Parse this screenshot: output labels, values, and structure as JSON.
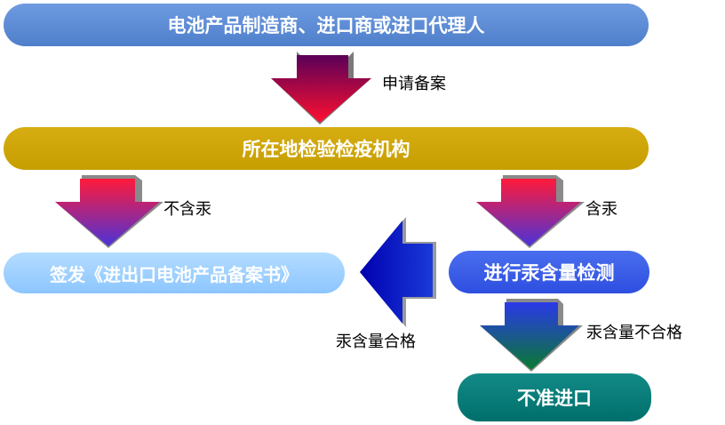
{
  "nodes": {
    "manufacturer": "电池产品制造商、进口商或进口代理人",
    "inspection_agency": "所在地检验检疫机构",
    "issue_certificate": "签发《进出口电池产品备案书》",
    "mercury_test": "进行汞含量检测",
    "no_import": "不准进口"
  },
  "edges": {
    "apply_filing": "申请备案",
    "no_mercury": "不含汞",
    "contains_mercury": "含汞",
    "mercury_qualified": "汞含量合格",
    "mercury_unqualified": "汞含量不合格"
  },
  "colors": {
    "manufacturer_box": "#5584d2",
    "inspection_box": "#c9a000",
    "certificate_box": "#99ccff",
    "test_box": "#3355ee",
    "reject_box": "#007a76",
    "arrow_red_top": "#ff1a3a",
    "arrow_purple": "#5a2bcc",
    "arrow_dark_red": "#6a0050",
    "arrow_blue": "#1a2ec8",
    "arrow_green": "#0a7a30"
  }
}
